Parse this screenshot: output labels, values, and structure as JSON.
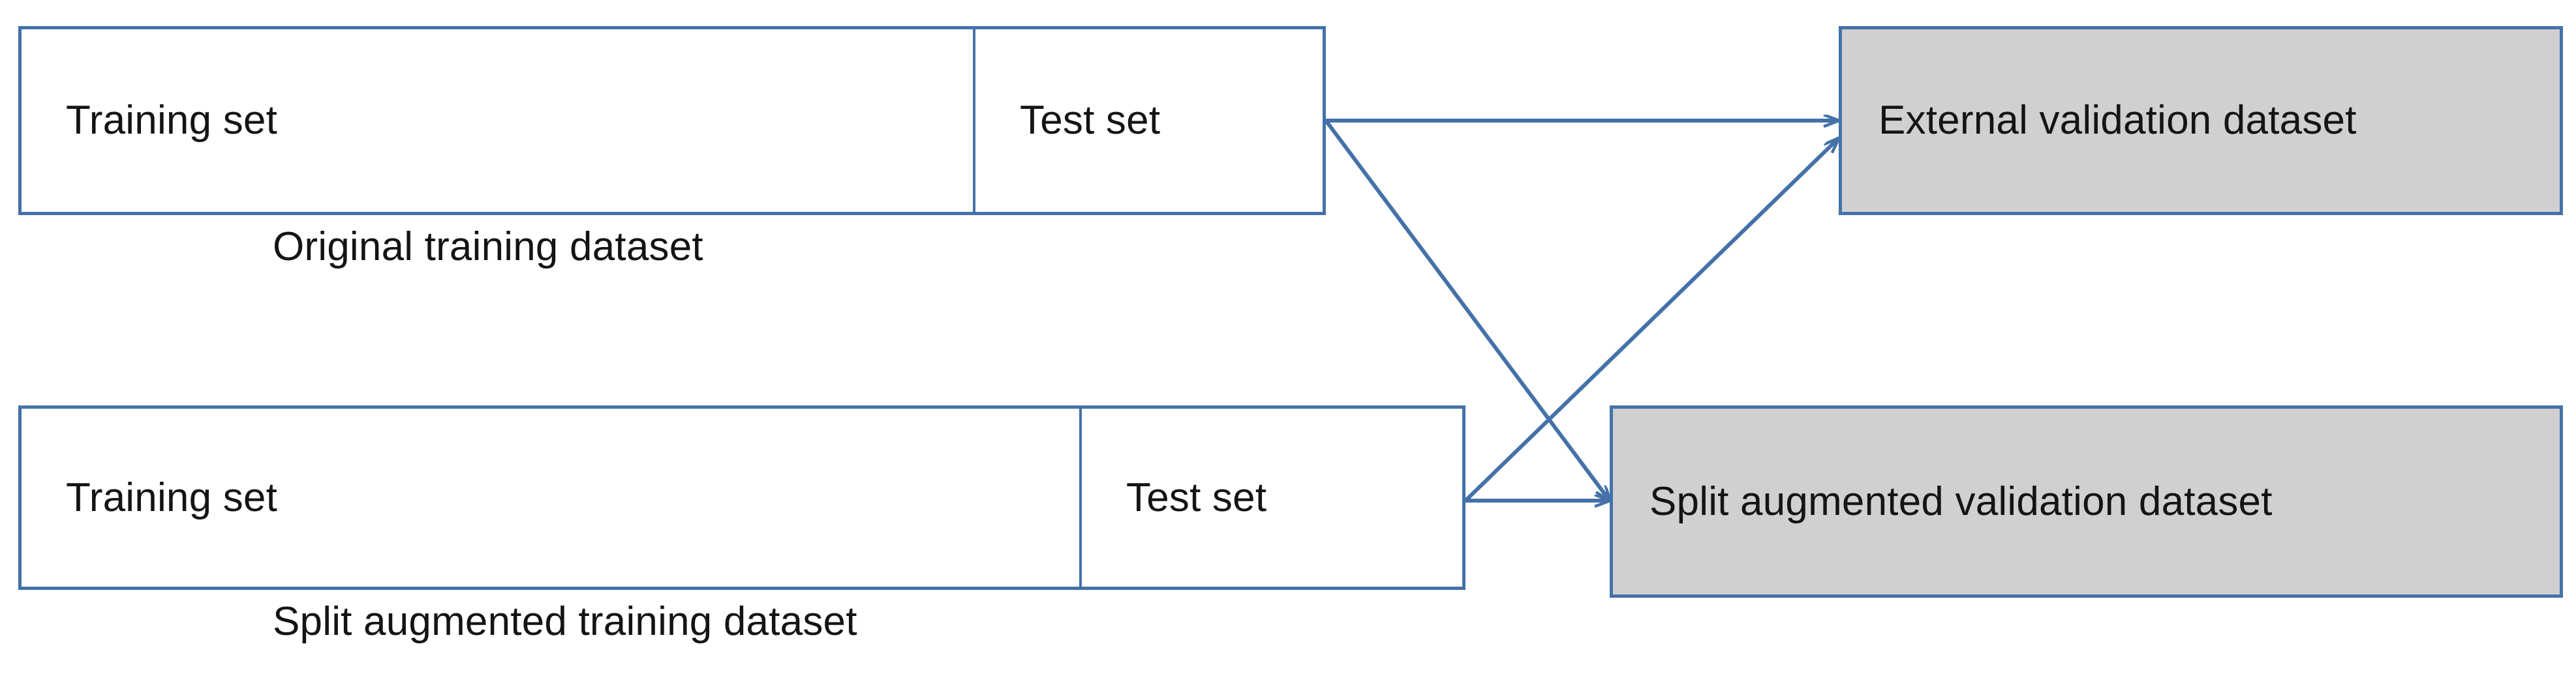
{
  "diagram": {
    "title": "Dataset split and validation flow diagram",
    "accent_color": "#4472a8",
    "shaded_fill": "#d0d0d0",
    "plain_fill": "#ffffff",
    "text_color": "#141414",
    "arrow_color": "#4472a8"
  },
  "original_dataset": {
    "training_label": "Training set",
    "test_label": "Test set",
    "caption": "Original training dataset"
  },
  "augmented_dataset": {
    "training_label": "Training set",
    "test_label": "Test set",
    "caption": "Split augmented training dataset"
  },
  "validation_boxes": {
    "external": "External validation dataset",
    "split_augmented": "Split augmented validation dataset"
  },
  "connections": [
    {
      "name": "original-test-to-external",
      "from": "Original training dataset / Test set",
      "to": "External validation dataset"
    },
    {
      "name": "original-test-to-split-augmented",
      "from": "Original training dataset / Test set",
      "to": "Split augmented validation dataset"
    },
    {
      "name": "augmented-test-to-external",
      "from": "Split augmented training dataset / Test set",
      "to": "External validation dataset"
    },
    {
      "name": "augmented-test-to-split-augmented",
      "from": "Split augmented training dataset / Test set",
      "to": "Split augmented validation dataset"
    }
  ]
}
